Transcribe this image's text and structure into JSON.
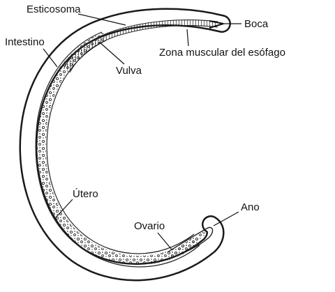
{
  "labels": {
    "esticosoma": "Esticosoma",
    "boca": "Boca",
    "intestino": "Intestino",
    "zona_muscular": "Zona muscular del esófago",
    "vulva": "Vulva",
    "utero": "Útero",
    "ano": "Ano",
    "ovario": "Ovario"
  },
  "colors": {
    "ink": "#111111",
    "background": "#ffffff"
  }
}
